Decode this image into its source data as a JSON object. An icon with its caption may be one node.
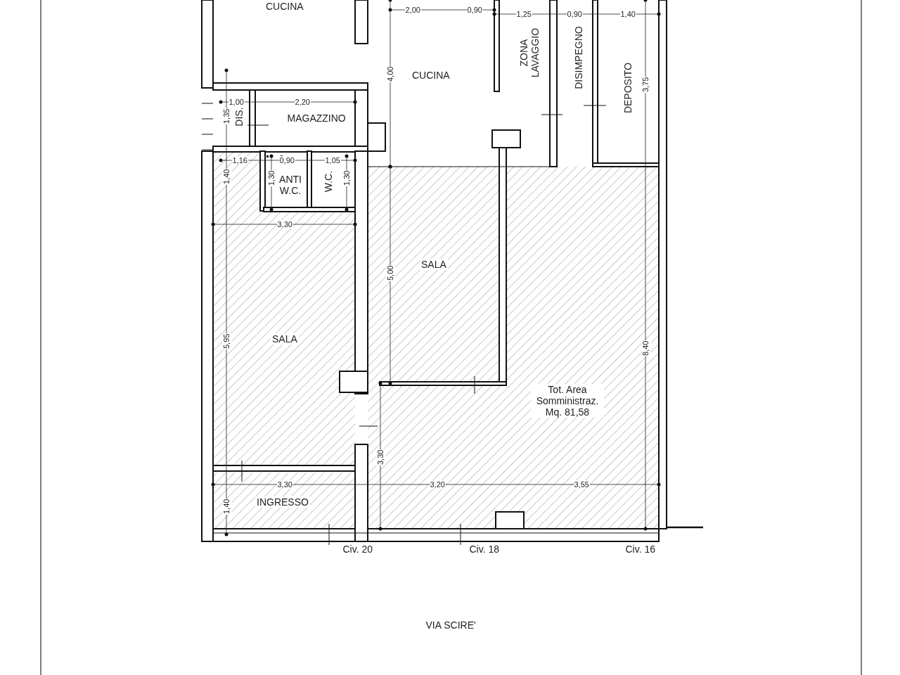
{
  "diagram": {
    "labels": [
      "CUCINA",
      "2,00",
      "0,90",
      "1,25",
      "0,90",
      "1,40",
      "ZONA LAVAGGIO",
      "DISIMPEGNO",
      "4,00",
      "CUCINA",
      "DEPOSITO",
      "3,75",
      "1,00",
      "2,20",
      "1,35",
      "DIS.",
      "MAGAZZINO",
      "1,16",
      "0,90",
      "1,05",
      "1,40",
      "1,30",
      "ANTI W.C.",
      "W.C.",
      "1,30",
      "3,30",
      "SALA",
      "5,00",
      "5,95",
      "SALA",
      "8,40",
      "Tot. Area Somministraz. Mq. 81,58",
      "3,30",
      "3,30",
      "3,20",
      "3,55",
      "1,40",
      "INGRESSO",
      "Civ. 20",
      "Civ. 18",
      "Civ. 16",
      "VIA SCIRE'"
    ]
  }
}
